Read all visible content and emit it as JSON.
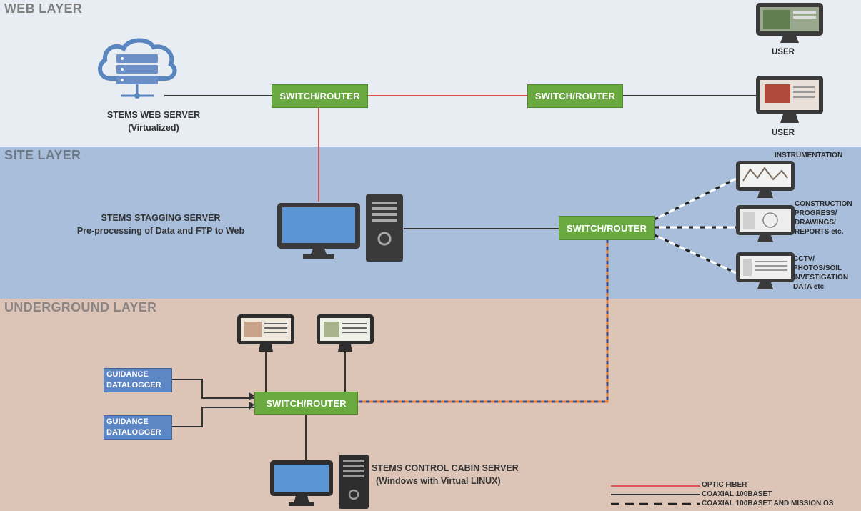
{
  "layers": {
    "web": "WEB LAYER",
    "site": "SITE LAYER",
    "underground": "UNDERGROUND LAYER"
  },
  "web_server": {
    "name": "STEMS WEB SERVER",
    "sub": "(Virtualized)"
  },
  "switch_label": "SWITCH/ROUTER",
  "users": [
    "USER",
    "USER"
  ],
  "staging_server": {
    "name": "STEMS STAGGING SERVER",
    "sub": "Pre-processing of Data and FTP to Web"
  },
  "site_clients": [
    {
      "lines": [
        "INSTRUMENTATION"
      ]
    },
    {
      "lines": [
        "CONSTRUCTION",
        "PROGRESS/",
        "DRAWINGS/",
        "REPORTS etc."
      ]
    },
    {
      "lines": [
        "CCTV/",
        "PHOTOS/SOIL",
        "INVESTIGATION",
        "DATA etc"
      ]
    }
  ],
  "dataloggers": [
    {
      "line1": "GUIDANCE",
      "line2": "DATALOGGER"
    },
    {
      "line1": "GUIDANCE",
      "line2": "DATALOGGER"
    }
  ],
  "control_server": {
    "name": "STEMS CONTROL CABIN SERVER",
    "sub": "(Windows with Virtual LINUX)"
  },
  "legend": [
    "OPTIC FIBER",
    "COAXIAL 100BASET",
    "COAXIAL 100BASET AND MISSION OS"
  ],
  "colors": {
    "fiber": "#e05050",
    "coax": "#333333",
    "switch": "#6aa840",
    "datalogger": "#5d86c4",
    "mission_orange": "#e87c2a",
    "mission_blue": "#3b4a8a"
  }
}
